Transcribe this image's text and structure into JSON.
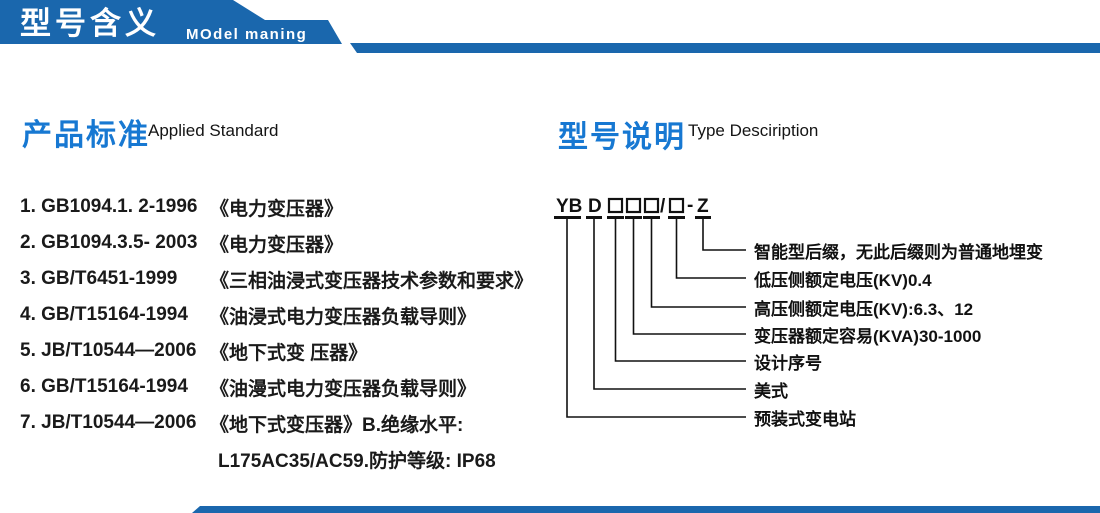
{
  "header": {
    "title": "型号含义",
    "subtitle": "MOdel maning"
  },
  "left_section": {
    "heading_cn": "产品标准",
    "heading_en": "Applied Standard",
    "standards": [
      {
        "code": "1. GB1094.1. 2-1996",
        "title": "《电力变压器》"
      },
      {
        "code": "2. GB1094.3.5- 2003",
        "title": "《电力变压器》"
      },
      {
        "code": "3. GB/T6451-1999",
        "title": "《三相油浸式变压器技术参数和要求》"
      },
      {
        "code": "4. GB/T15164-1994",
        "title": "《油浸式电力变压器负载导则》"
      },
      {
        "code": "5. JB/T10544—2006",
        "title": "《地下式变 压器》"
      },
      {
        "code": "6. GB/T15164-1994",
        "title": "《油漫式电力变压器负载导则》"
      },
      {
        "code": "7. JB/T10544—2006",
        "title": "《地下式变压器》B.绝缘水平:"
      }
    ],
    "continuation": "L175AC35/AC59.防护等级: IP68"
  },
  "right_section": {
    "heading_cn": "型号说明",
    "heading_en": "Type Desciription",
    "model_code": {
      "prefix": "YB",
      "type": "D",
      "slash": "/",
      "dash": "-",
      "suffix": "Z"
    },
    "labels": [
      "智能型后缀，无此后缀则为普通地埋变",
      "低压侧额定电压(KV)0.4",
      "高压侧额定电压(KV):6.3、12",
      "变压器额定容易(KVA)30-1000",
      "设计序号",
      "美式",
      "预装式变电站"
    ]
  },
  "colors": {
    "header_blue": "#1a67ad",
    "heading_blue": "#1778d2",
    "text_black": "#1a1a1a"
  }
}
